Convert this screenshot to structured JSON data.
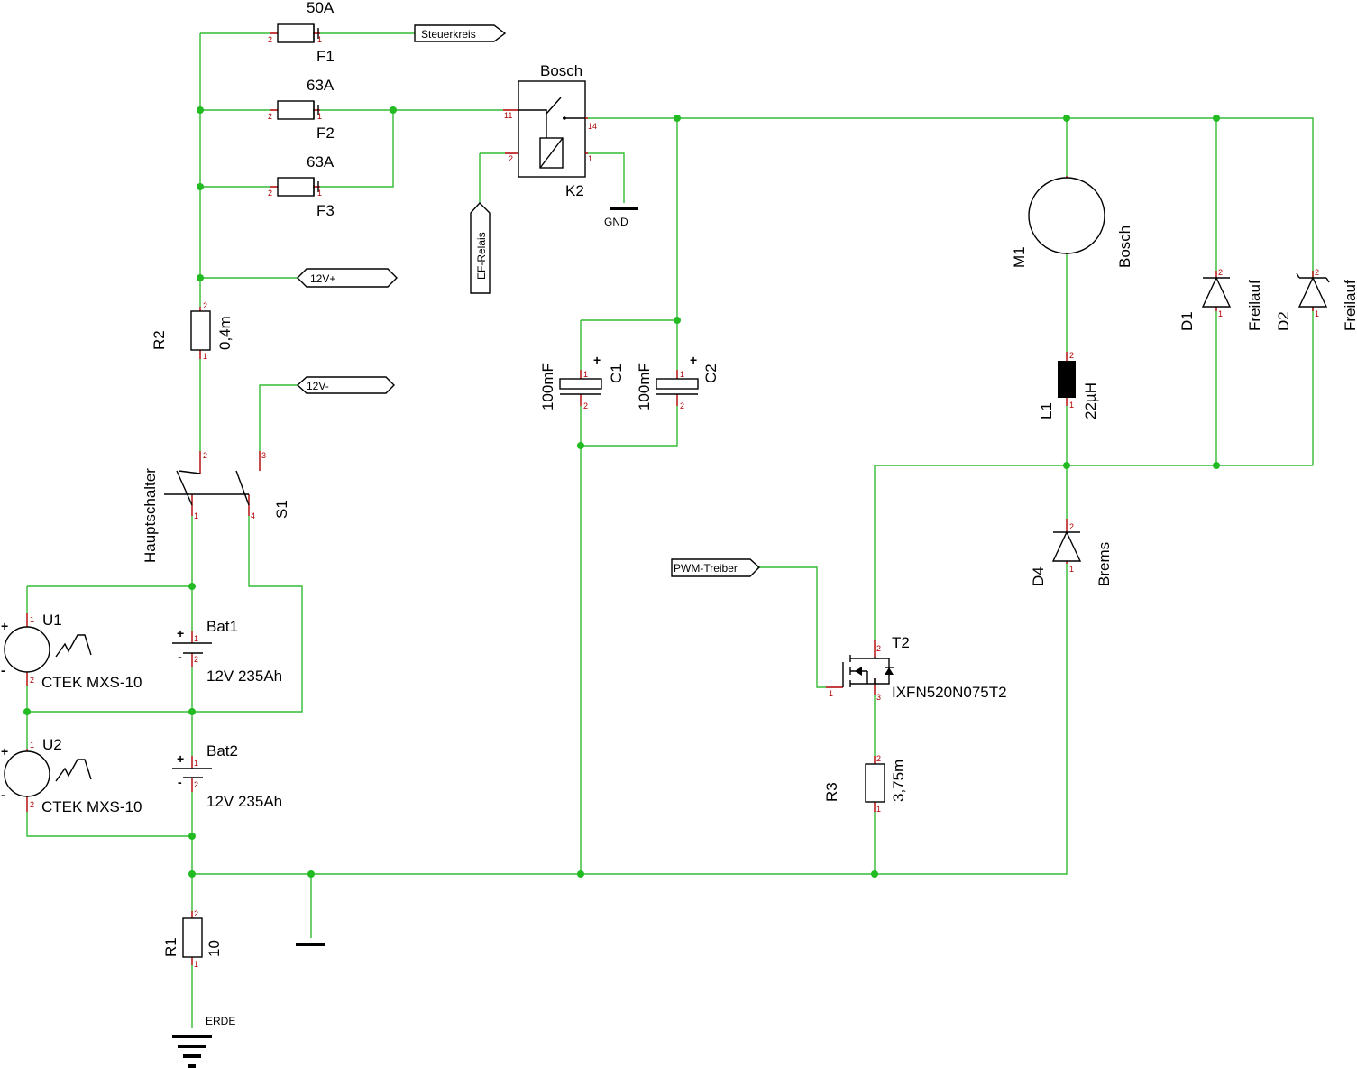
{
  "schematic": {
    "fuses": {
      "F1": {
        "name": "F1",
        "value": "50A"
      },
      "F2": {
        "name": "F2",
        "value": "63A"
      },
      "F3": {
        "name": "F3",
        "value": "63A"
      }
    },
    "relay": {
      "name": "K2",
      "value": "Bosch",
      "pins": {
        "p11": "11",
        "p14": "14",
        "p2": "2",
        "p1": "1"
      }
    },
    "motor": {
      "name": "M1",
      "value": "Bosch"
    },
    "resistors": {
      "R1": {
        "name": "R1",
        "value": "10"
      },
      "R2": {
        "name": "R2",
        "value": "0,4m"
      },
      "R3": {
        "name": "R3",
        "value": "3,75m"
      }
    },
    "capacitors": {
      "C1": {
        "name": "C1",
        "value": "100mF"
      },
      "C2": {
        "name": "C2",
        "value": "100mF"
      }
    },
    "inductor": {
      "name": "L1",
      "value": "22µH"
    },
    "diodes": {
      "D1": {
        "name": "D1",
        "value": "Freilauf"
      },
      "D2": {
        "name": "D2",
        "value": "Freilauf"
      },
      "D4": {
        "name": "D4",
        "value": "Brems"
      }
    },
    "transistor": {
      "name": "T2",
      "value": "IXFN520N075T2"
    },
    "switch": {
      "name": "S1",
      "value": "Hauptschalter"
    },
    "batteries": {
      "Bat1": {
        "name": "Bat1",
        "value": "12V 235Ah"
      },
      "Bat2": {
        "name": "Bat2",
        "value": "12V 235Ah"
      }
    },
    "sources": {
      "U1": {
        "name": "U1",
        "value": "CTEK MXS-10"
      },
      "U2": {
        "name": "U2",
        "value": "CTEK MXS-10"
      }
    },
    "net_labels": {
      "steuerkreis": "Steuerkreis",
      "v12plus": "12V+",
      "v12minus": "12V-",
      "ef_relais": "EF-Relais",
      "pwm_treiber": "PWM-Treiber",
      "gnd": "GND",
      "erde": "ERDE"
    },
    "symbols": {
      "plus": "+",
      "minus": "-"
    },
    "pin_labels": {
      "one": "1",
      "two": "2",
      "three": "3",
      "four": "4",
      "eleven": "11",
      "fourteen": "14"
    },
    "colors": {
      "wire": "#33bb33",
      "junction": "#22bb22",
      "pin": "#b00000",
      "symbol": "#000000"
    }
  }
}
